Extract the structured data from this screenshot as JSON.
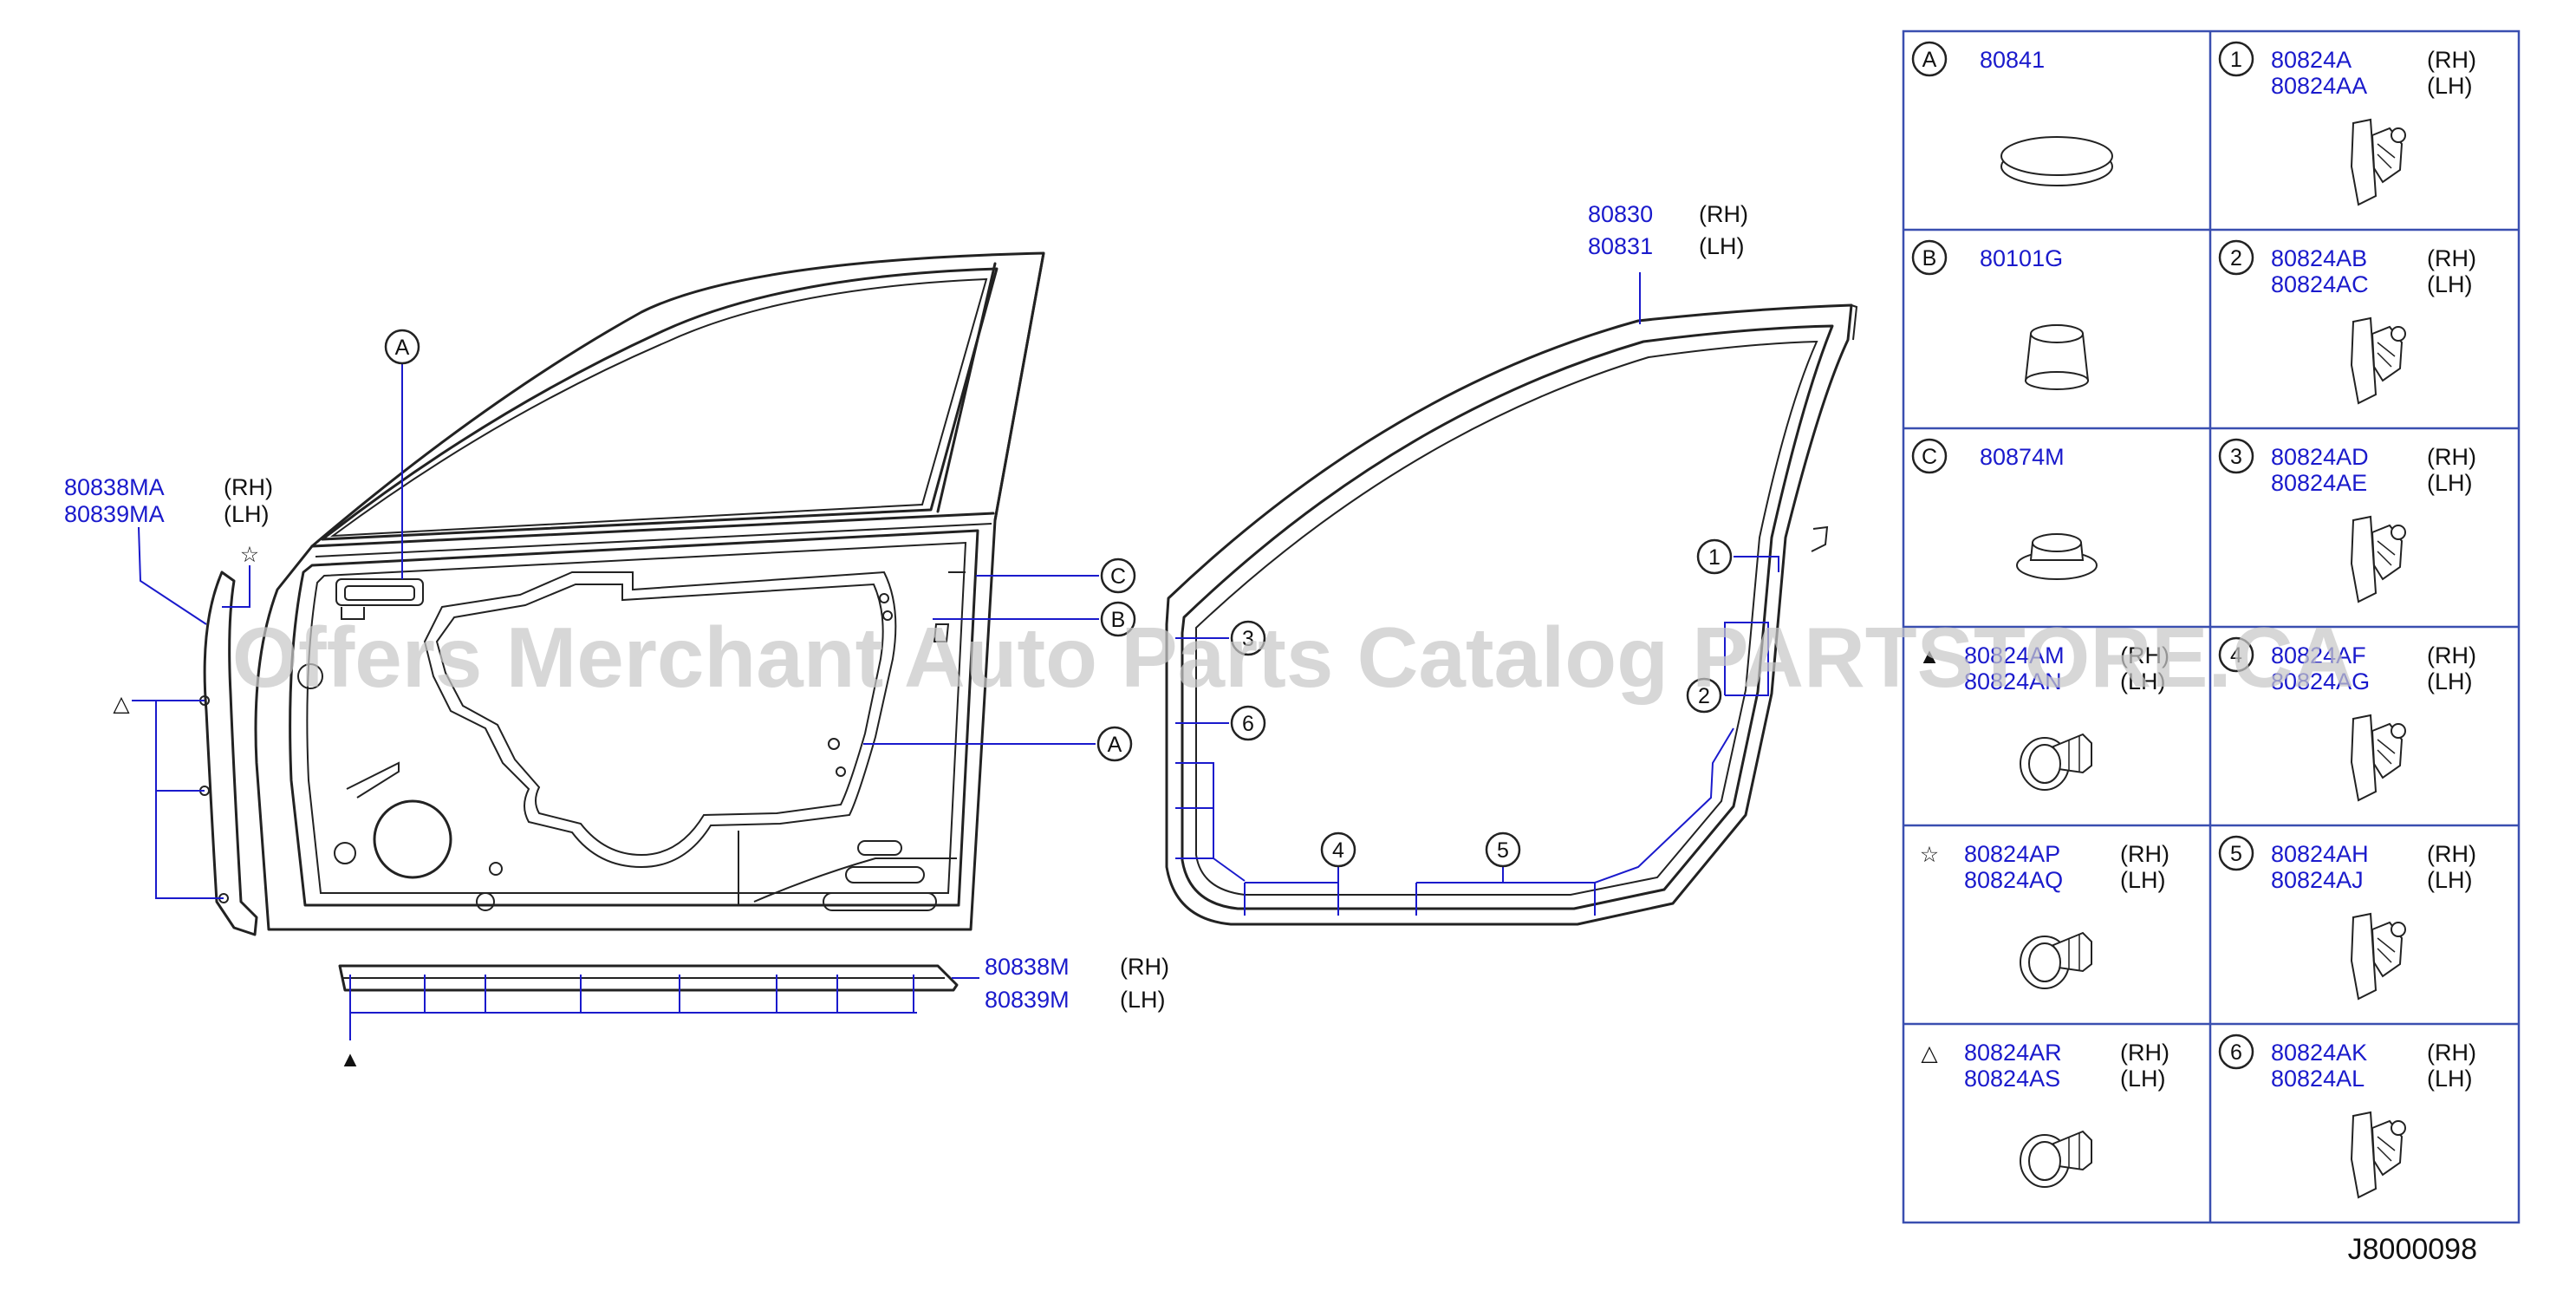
{
  "colors": {
    "part_number": "#1a1acc",
    "line": "#222222",
    "grid": "#3a4fb0",
    "watermark": "#c8c8c8"
  },
  "watermark": "Offers Merchant Auto Parts Catalog PARTSTORE.CA",
  "diagram_code": "J8000098",
  "callouts": {
    "weatherstrip": {
      "rh": "80830",
      "rh_side": "(RH)",
      "lh": "80831",
      "lh_side": "(LH)"
    },
    "front_seal": {
      "rh": "80838MA",
      "rh_side": "(RH)",
      "lh": "80839MA",
      "lh_side": "(LH)"
    },
    "lower_seal": {
      "rh": "80838M",
      "rh_side": "(RH)",
      "lh": "80839M",
      "lh_side": "(LH)"
    },
    "markers": {
      "a": "A",
      "b": "B",
      "c": "C",
      "n1": "1",
      "n2": "2",
      "n3": "3",
      "n4": "4",
      "n5": "5",
      "n6": "6"
    },
    "symbols": {
      "star": "☆",
      "triangle": "△",
      "filled_triangle": "▲"
    }
  },
  "parts_table": {
    "left": [
      {
        "mark": "A",
        "mark_type": "circle",
        "rh": "80841",
        "rh_side": "",
        "lh": "",
        "lh_side": "",
        "icon": "flat-plug-icon"
      },
      {
        "mark": "B",
        "mark_type": "circle",
        "rh": "80101G",
        "rh_side": "",
        "lh": "",
        "lh_side": "",
        "icon": "dome-plug-icon"
      },
      {
        "mark": "C",
        "mark_type": "circle",
        "rh": "80874M",
        "rh_side": "",
        "lh": "",
        "lh_side": "",
        "icon": "grommet-icon"
      },
      {
        "mark": "▲",
        "mark_type": "symbol",
        "rh": "80824AM",
        "rh_side": "(RH)",
        "lh": "80824AN",
        "lh_side": "(LH)",
        "icon": "push-clip-icon"
      },
      {
        "mark": "☆",
        "mark_type": "symbol",
        "rh": "80824AP",
        "rh_side": "(RH)",
        "lh": "80824AQ",
        "lh_side": "(LH)",
        "icon": "push-clip-icon"
      },
      {
        "mark": "△",
        "mark_type": "symbol",
        "rh": "80824AR",
        "rh_side": "(RH)",
        "lh": "80824AS",
        "lh_side": "(LH)",
        "icon": "push-clip-icon"
      }
    ],
    "right": [
      {
        "mark": "1",
        "mark_type": "circle",
        "rh": "80824A",
        "rh_side": "(RH)",
        "lh": "80824AA",
        "lh_side": "(LH)",
        "icon": "weatherstrip-clip-icon"
      },
      {
        "mark": "2",
        "mark_type": "circle",
        "rh": "80824AB",
        "rh_side": "(RH)",
        "lh": "80824AC",
        "lh_side": "(LH)",
        "icon": "weatherstrip-clip-icon"
      },
      {
        "mark": "3",
        "mark_type": "circle",
        "rh": "80824AD",
        "rh_side": "(RH)",
        "lh": "80824AE",
        "lh_side": "(LH)",
        "icon": "weatherstrip-clip-icon"
      },
      {
        "mark": "4",
        "mark_type": "circle",
        "rh": "80824AF",
        "rh_side": "(RH)",
        "lh": "80824AG",
        "lh_side": "(LH)",
        "icon": "weatherstrip-clip-icon"
      },
      {
        "mark": "5",
        "mark_type": "circle",
        "rh": "80824AH",
        "rh_side": "(RH)",
        "lh": "80824AJ",
        "lh_side": "(LH)",
        "icon": "weatherstrip-clip-icon"
      },
      {
        "mark": "6",
        "mark_type": "circle",
        "rh": "80824AK",
        "rh_side": "(RH)",
        "lh": "80824AL",
        "lh_side": "(LH)",
        "icon": "weatherstrip-clip-icon"
      }
    ]
  }
}
